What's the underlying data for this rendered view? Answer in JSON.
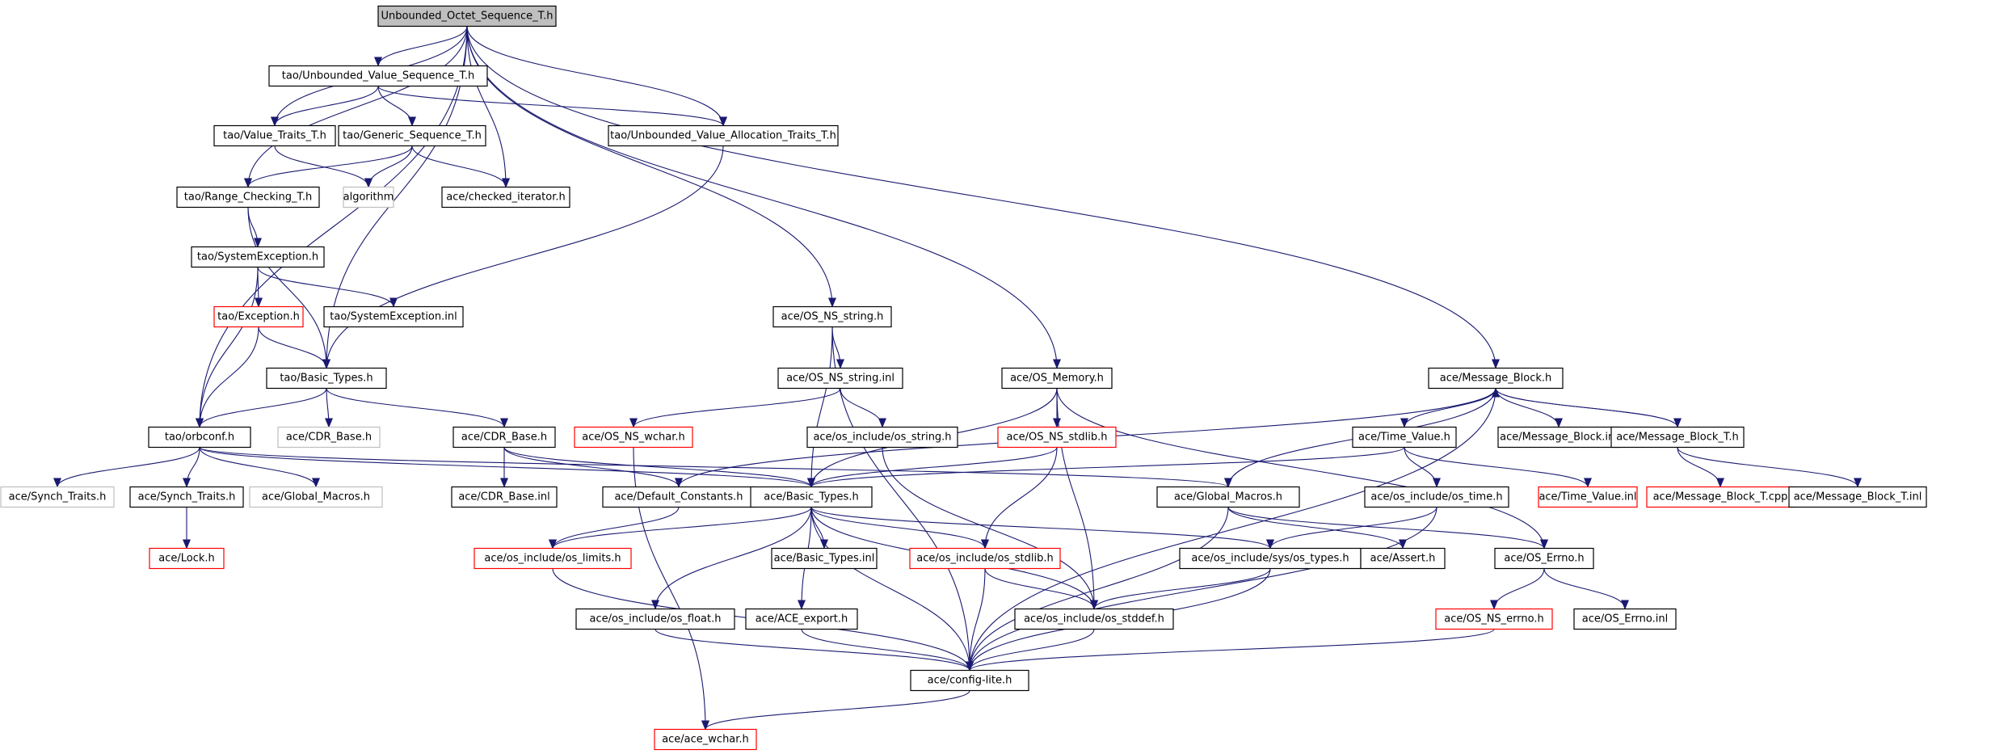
{
  "diagram": {
    "title": "Unbounded_Octet_Sequence_T.h",
    "colors": {
      "edge": "#191970",
      "root_fill": "#bfbfbf",
      "missing_border": "#ff0000",
      "system_border": "#bfbfbf"
    },
    "nodes": [
      {
        "id": "root",
        "label": "Unbounded_Octet_Sequence_T.h",
        "style": "root"
      },
      {
        "id": "uvs",
        "label": "tao/Unbounded_Value_Sequence_T.h",
        "style": "normal"
      },
      {
        "id": "vt",
        "label": "tao/Value_Traits_T.h",
        "style": "normal"
      },
      {
        "id": "gs",
        "label": "tao/Generic_Sequence_T.h",
        "style": "normal"
      },
      {
        "id": "uva",
        "label": "tao/Unbounded_Value_Allocation_Traits_T.h",
        "style": "normal"
      },
      {
        "id": "rc",
        "label": "tao/Range_Checking_T.h",
        "style": "normal"
      },
      {
        "id": "alg",
        "label": "algorithm",
        "style": "system"
      },
      {
        "id": "ci",
        "label": "ace/checked_iterator.h",
        "style": "normal"
      },
      {
        "id": "se",
        "label": "tao/SystemException.h",
        "style": "normal"
      },
      {
        "id": "exc",
        "label": "tao/Exception.h",
        "style": "missing"
      },
      {
        "id": "seinl",
        "label": "tao/SystemException.inl",
        "style": "normal"
      },
      {
        "id": "taobt",
        "label": "tao/Basic_Types.h",
        "style": "normal"
      },
      {
        "id": "orb",
        "label": "tao/orbconf.h",
        "style": "normal"
      },
      {
        "id": "cdrb_sys",
        "label": "ace/CDR_Base.h",
        "style": "system"
      },
      {
        "id": "cdrb",
        "label": "ace/CDR_Base.h",
        "style": "normal"
      },
      {
        "id": "sync_sys",
        "label": "ace/Synch_Traits.h",
        "style": "system"
      },
      {
        "id": "sync",
        "label": "ace/Synch_Traits.h",
        "style": "normal"
      },
      {
        "id": "gm_sys",
        "label": "ace/Global_Macros.h",
        "style": "system"
      },
      {
        "id": "lock",
        "label": "ace/Lock.h",
        "style": "missing"
      },
      {
        "id": "cdrinl",
        "label": "ace/CDR_Base.inl",
        "style": "normal"
      },
      {
        "id": "nsstr",
        "label": "ace/OS_NS_string.h",
        "style": "normal"
      },
      {
        "id": "nsstrinl",
        "label": "ace/OS_NS_string.inl",
        "style": "normal"
      },
      {
        "id": "nswchar",
        "label": "ace/OS_NS_wchar.h",
        "style": "missing"
      },
      {
        "id": "osstring",
        "label": "ace/os_include/os_string.h",
        "style": "normal"
      },
      {
        "id": "mem",
        "label": "ace/OS_Memory.h",
        "style": "normal"
      },
      {
        "id": "nsstdlib",
        "label": "ace/OS_NS_stdlib.h",
        "style": "missing"
      },
      {
        "id": "mb",
        "label": "ace/Message_Block.h",
        "style": "normal"
      },
      {
        "id": "tv",
        "label": "ace/Time_Value.h",
        "style": "normal"
      },
      {
        "id": "mbinl",
        "label": "ace/Message_Block.inl",
        "style": "normal"
      },
      {
        "id": "mbt",
        "label": "ace/Message_Block_T.h",
        "style": "normal"
      },
      {
        "id": "dc",
        "label": "ace/Default_Constants.h",
        "style": "normal"
      },
      {
        "id": "acebt",
        "label": "ace/Basic_Types.h",
        "style": "normal"
      },
      {
        "id": "gm",
        "label": "ace/Global_Macros.h",
        "style": "normal"
      },
      {
        "id": "ostime",
        "label": "ace/os_include/os_time.h",
        "style": "normal"
      },
      {
        "id": "tvinl",
        "label": "ace/Time_Value.inl",
        "style": "missing"
      },
      {
        "id": "mbtcpp",
        "label": "ace/Message_Block_T.cpp",
        "style": "missing"
      },
      {
        "id": "mbtinl",
        "label": "ace/Message_Block_T.inl",
        "style": "normal"
      },
      {
        "id": "limits",
        "label": "ace/os_include/os_limits.h",
        "style": "missing"
      },
      {
        "id": "btinl",
        "label": "ace/Basic_Types.inl",
        "style": "normal"
      },
      {
        "id": "stdlib",
        "label": "ace/os_include/os_stdlib.h",
        "style": "missing"
      },
      {
        "id": "ostypes",
        "label": "ace/os_include/sys/os_types.h",
        "style": "normal"
      },
      {
        "id": "assert",
        "label": "ace/Assert.h",
        "style": "normal"
      },
      {
        "id": "errno",
        "label": "ace/OS_Errno.h",
        "style": "normal"
      },
      {
        "id": "float",
        "label": "ace/os_include/os_float.h",
        "style": "normal"
      },
      {
        "id": "export",
        "label": "ace/ACE_export.h",
        "style": "normal"
      },
      {
        "id": "stddef",
        "label": "ace/os_include/os_stddef.h",
        "style": "normal"
      },
      {
        "id": "nserrno",
        "label": "ace/OS_NS_errno.h",
        "style": "missing"
      },
      {
        "id": "errnoinl",
        "label": "ace/OS_Errno.inl",
        "style": "normal"
      },
      {
        "id": "cfg",
        "label": "ace/config-lite.h",
        "style": "normal"
      },
      {
        "id": "wchar",
        "label": "ace/ace_wchar.h",
        "style": "missing"
      }
    ]
  }
}
